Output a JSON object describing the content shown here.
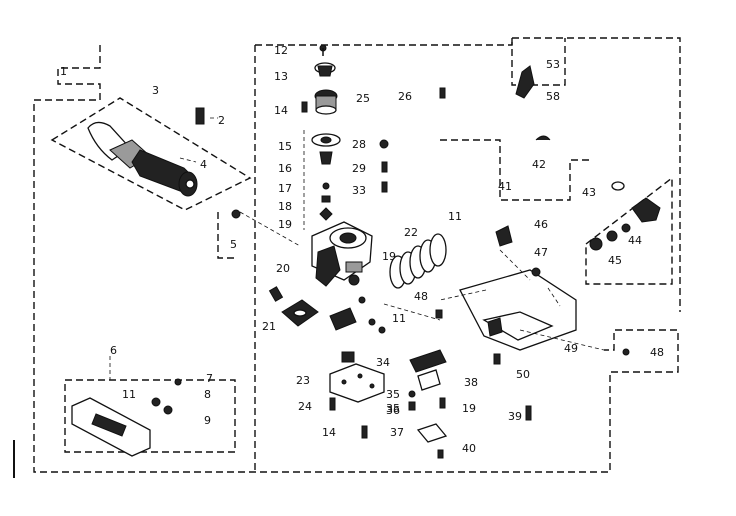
{
  "diagram": {
    "callouts": {
      "p1": "1",
      "p2": "2",
      "p3": "3",
      "p4": "4",
      "p5": "5",
      "p6": "6",
      "p7": "7",
      "p8": "8",
      "p9": "9",
      "p11a": "11",
      "p11b": "11",
      "p11c": "11",
      "p12": "12",
      "p13": "13",
      "p14a": "14",
      "p14b": "14",
      "p15": "15",
      "p16": "16",
      "p17": "17",
      "p18": "18",
      "p19a": "19",
      "p19b": "19",
      "p19c": "19",
      "p20": "20",
      "p21": "21",
      "p22": "22",
      "p23": "23",
      "p24": "24",
      "p25": "25",
      "p26": "26",
      "p28": "28",
      "p29": "29",
      "p33": "33",
      "p34": "34",
      "p35a": "35",
      "p35b": "35",
      "p36": "36",
      "p37": "37",
      "p38": "38",
      "p39": "39",
      "p40": "40",
      "p41": "41",
      "p42": "42",
      "p43": "43",
      "p44": "44",
      "p45": "45",
      "p46": "46",
      "p47": "47",
      "p48": "48",
      "p48b": "48",
      "p49": "49",
      "p50": "50",
      "p53": "53",
      "p58": "58"
    }
  }
}
